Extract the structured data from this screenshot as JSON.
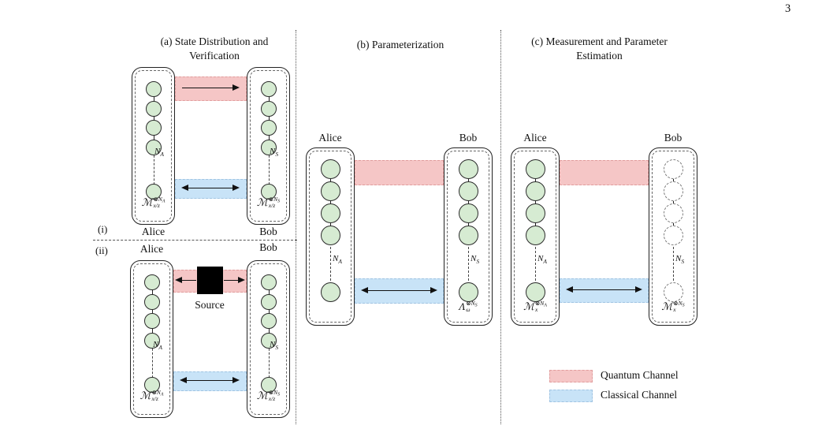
{
  "page_number": "3",
  "colors": {
    "quantum_channel": "#f5c6c6",
    "classical_channel": "#c8e3f7",
    "qubit_fill": "#d6ebd2",
    "source_fill": "#000000"
  },
  "panel_a": {
    "title_line1": "(a) State Distribution and",
    "title_line2": "Verification",
    "row_i": {
      "label": "(i)",
      "alice": {
        "caption": "Alice",
        "count": {
          "base": "N",
          "sub": "A"
        },
        "op": {
          "base": "ℳ",
          "sup": "⊗N",
          "sup_sub": "A",
          "sub": "x/z"
        }
      },
      "bob": {
        "caption": "Bob",
        "count": {
          "base": "N",
          "sub": "S"
        },
        "op": {
          "base": "ℳ",
          "sup": "⊗N",
          "sup_sub": "S",
          "sub": "x/z"
        }
      }
    },
    "row_ii": {
      "label": "(ii)",
      "source_label": "Source",
      "alice": {
        "caption": "Alice",
        "count": {
          "base": "N",
          "sub": "A"
        },
        "op": {
          "base": "ℳ",
          "sup": "⊗N",
          "sup_sub": "A",
          "sub": "x/z"
        }
      },
      "bob": {
        "caption": "Bob",
        "count": {
          "base": "N",
          "sub": "S"
        },
        "op": {
          "base": "ℳ",
          "sup": "⊗N",
          "sup_sub": "S",
          "sub": "x/z"
        }
      }
    }
  },
  "panel_b": {
    "title": "(b) Parameterization",
    "alice": {
      "caption": "Alice",
      "count": {
        "base": "N",
        "sub": "A"
      }
    },
    "bob": {
      "caption": "Bob",
      "count": {
        "base": "N",
        "sub": "S"
      },
      "op": {
        "base": "Λ",
        "sup": "⊗N",
        "sup_sub": "S",
        "sub": "ω"
      }
    }
  },
  "panel_c": {
    "title_line1": "(c) Measurement and Parameter",
    "title_line2": "Estimation",
    "alice": {
      "caption": "Alice",
      "count": {
        "base": "N",
        "sub": "A"
      },
      "op": {
        "base": "ℳ",
        "sup": "⊗N",
        "sup_sub": "A",
        "sub": "x"
      }
    },
    "bob": {
      "caption": "Bob",
      "count": {
        "base": "N",
        "sub": "S"
      },
      "op": {
        "base": "ℳ",
        "sup": "⊗N",
        "sup_sub": "S",
        "sub": "x"
      }
    }
  },
  "legend": {
    "quantum_label": "Quantum Channel",
    "classical_label": "Classical Channel"
  }
}
